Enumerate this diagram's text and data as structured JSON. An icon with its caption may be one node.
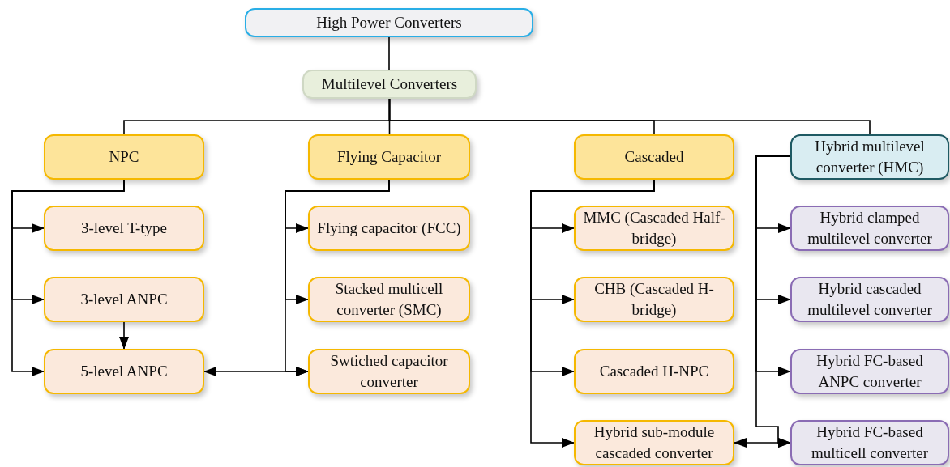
{
  "diagram": {
    "nodes": [
      {
        "text": [
          "High Power Converters"
        ]
      },
      {
        "text": [
          "Multilevel Converters"
        ]
      },
      {
        "text": [
          "NPC"
        ]
      },
      {
        "text": [
          "Flying Capacitor"
        ]
      },
      {
        "text": [
          "Cascaded"
        ]
      },
      {
        "text": [
          "Hybrid multilevel converter (HMC)"
        ]
      },
      {
        "text": [
          "3-level T-type"
        ]
      },
      {
        "text": [
          "3-level ANPC"
        ]
      },
      {
        "text": [
          "5-level ANPC"
        ]
      },
      {
        "text": [
          "Flying capacitor (FCC)"
        ]
      },
      {
        "text": [
          "Stacked multicell converter (SMC)"
        ]
      },
      {
        "text": [
          "Swtiched capacitor converter"
        ]
      },
      {
        "text": [
          "MMC (Cascaded Half-bridge)"
        ]
      },
      {
        "text": [
          "CHB (Cascaded H-bridge)"
        ]
      },
      {
        "text": [
          "Cascaded H-NPC"
        ]
      },
      {
        "text": [
          "Hybrid sub-module cascaded converter"
        ]
      },
      {
        "text": [
          "Hybrid clamped multilevel converter"
        ]
      },
      {
        "text": [
          "Hybrid cascaded multilevel converter"
        ]
      },
      {
        "text": [
          "Hybrid FC-based ANPC converter"
        ]
      },
      {
        "text": [
          "Hybrid FC-based multicell converter"
        ]
      }
    ],
    "edges": [
      {
        "from": 0,
        "to": 1,
        "arrow": "none"
      },
      {
        "from": 1,
        "to": 2,
        "arrow": "none"
      },
      {
        "from": 1,
        "to": 3,
        "arrow": "none"
      },
      {
        "from": 1,
        "to": 4,
        "arrow": "none"
      },
      {
        "from": 1,
        "to": 5,
        "arrow": "none"
      },
      {
        "from": 2,
        "to": 6,
        "arrow": "to"
      },
      {
        "from": 2,
        "to": 7,
        "arrow": "to"
      },
      {
        "from": 2,
        "to": 8,
        "arrow": "to"
      },
      {
        "from": 7,
        "to": 8,
        "arrow": "to"
      },
      {
        "from": 3,
        "to": 9,
        "arrow": "to"
      },
      {
        "from": 3,
        "to": 10,
        "arrow": "to"
      },
      {
        "from": 3,
        "to": 11,
        "arrow": "to"
      },
      {
        "from": 8,
        "to": 11,
        "arrow": "both"
      },
      {
        "from": 4,
        "to": 12,
        "arrow": "to"
      },
      {
        "from": 4,
        "to": 13,
        "arrow": "to"
      },
      {
        "from": 4,
        "to": 14,
        "arrow": "to"
      },
      {
        "from": 4,
        "to": 15,
        "arrow": "to"
      },
      {
        "from": 5,
        "to": 16,
        "arrow": "to"
      },
      {
        "from": 5,
        "to": 17,
        "arrow": "to"
      },
      {
        "from": 5,
        "to": 18,
        "arrow": "to"
      },
      {
        "from": 5,
        "to": 19,
        "arrow": "to"
      },
      {
        "from": 15,
        "to": 19,
        "arrow": "both"
      }
    ]
  }
}
